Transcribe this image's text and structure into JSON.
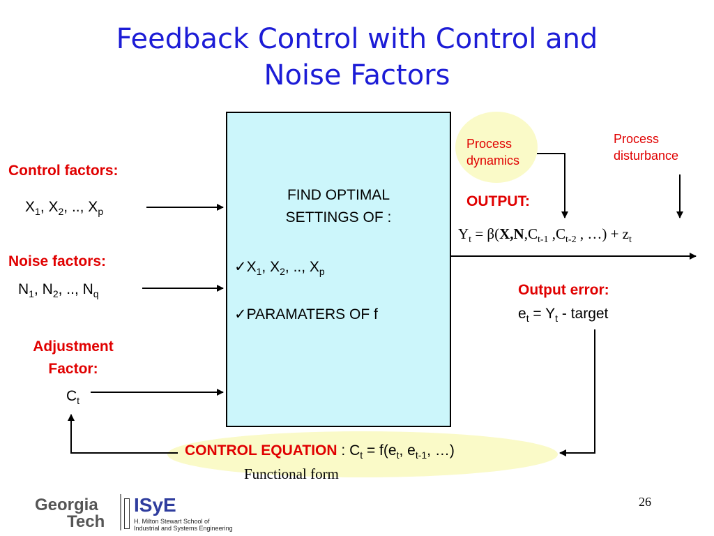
{
  "title": {
    "line1": "Feedback Control with Control and",
    "line2": "Noise Factors"
  },
  "left": {
    "control_label": "Control factors:",
    "control_vars": {
      "x1": "X",
      "s1": "1",
      "sep1": ", X",
      "s2": "2",
      "sep2": ", .., X",
      "sp": "p"
    },
    "noise_label": "Noise factors:",
    "noise_vars": {
      "n1": "N",
      "s1": "1",
      "sep1": ", N",
      "s2": "2",
      "sep2": ", .., N",
      "sq": "q"
    },
    "adjust_label_1": "Adjustment",
    "adjust_label_2": "Factor:",
    "adjust_var": {
      "c": "C",
      "st": "t"
    }
  },
  "box": {
    "line1": "FIND OPTIMAL",
    "line2": "SETTINGS OF :",
    "check_mark": "✓",
    "item1": {
      "x1": "X",
      "s1": "1",
      "sep1": ", X",
      "s2": "2",
      "sep2": ", .., X",
      "sp": "p"
    },
    "item2": "PARAMATERS OF f"
  },
  "right": {
    "dynamics_1": "Process",
    "dynamics_2": "dynamics",
    "disturbance_1": "Process",
    "disturbance_2": "disturbance",
    "output_label": "OUTPUT:",
    "output_eq": {
      "y": "Y",
      "st": "t",
      "eq": " = β(",
      "xn": "X,N",
      "c1": ",C",
      "s1": "t-1",
      "c2": " ,C",
      "s2": "t-2",
      "tail": " , …) + z",
      "sz": "t"
    },
    "error_label": "Output error:",
    "error_eq": {
      "e": "e",
      "st": "t",
      "mid": " = Y",
      "st2": "t",
      "tail": " - target"
    }
  },
  "bottom": {
    "control_eq_label": "CONTROL EQUATION",
    "control_eq": {
      "pre": " : C",
      "st": "t",
      "mid": " = f(e",
      "s1": "t",
      "mid2": ", e",
      "s2": "t-1",
      "tail": ", …)"
    },
    "functional_form": "Functional form",
    "page_number": "26"
  },
  "logo": {
    "georgia": "Georgia",
    "tech": "Tech",
    "isye": "ISyE",
    "school_1": "H. Milton Stewart School of",
    "school_2": "Industrial and Systems Engineering"
  },
  "colors": {
    "title": "#1c1cd6",
    "label_red": "#e00000",
    "box_fill": "#ccf6fb",
    "ellipse_fill": "#fafac8"
  }
}
